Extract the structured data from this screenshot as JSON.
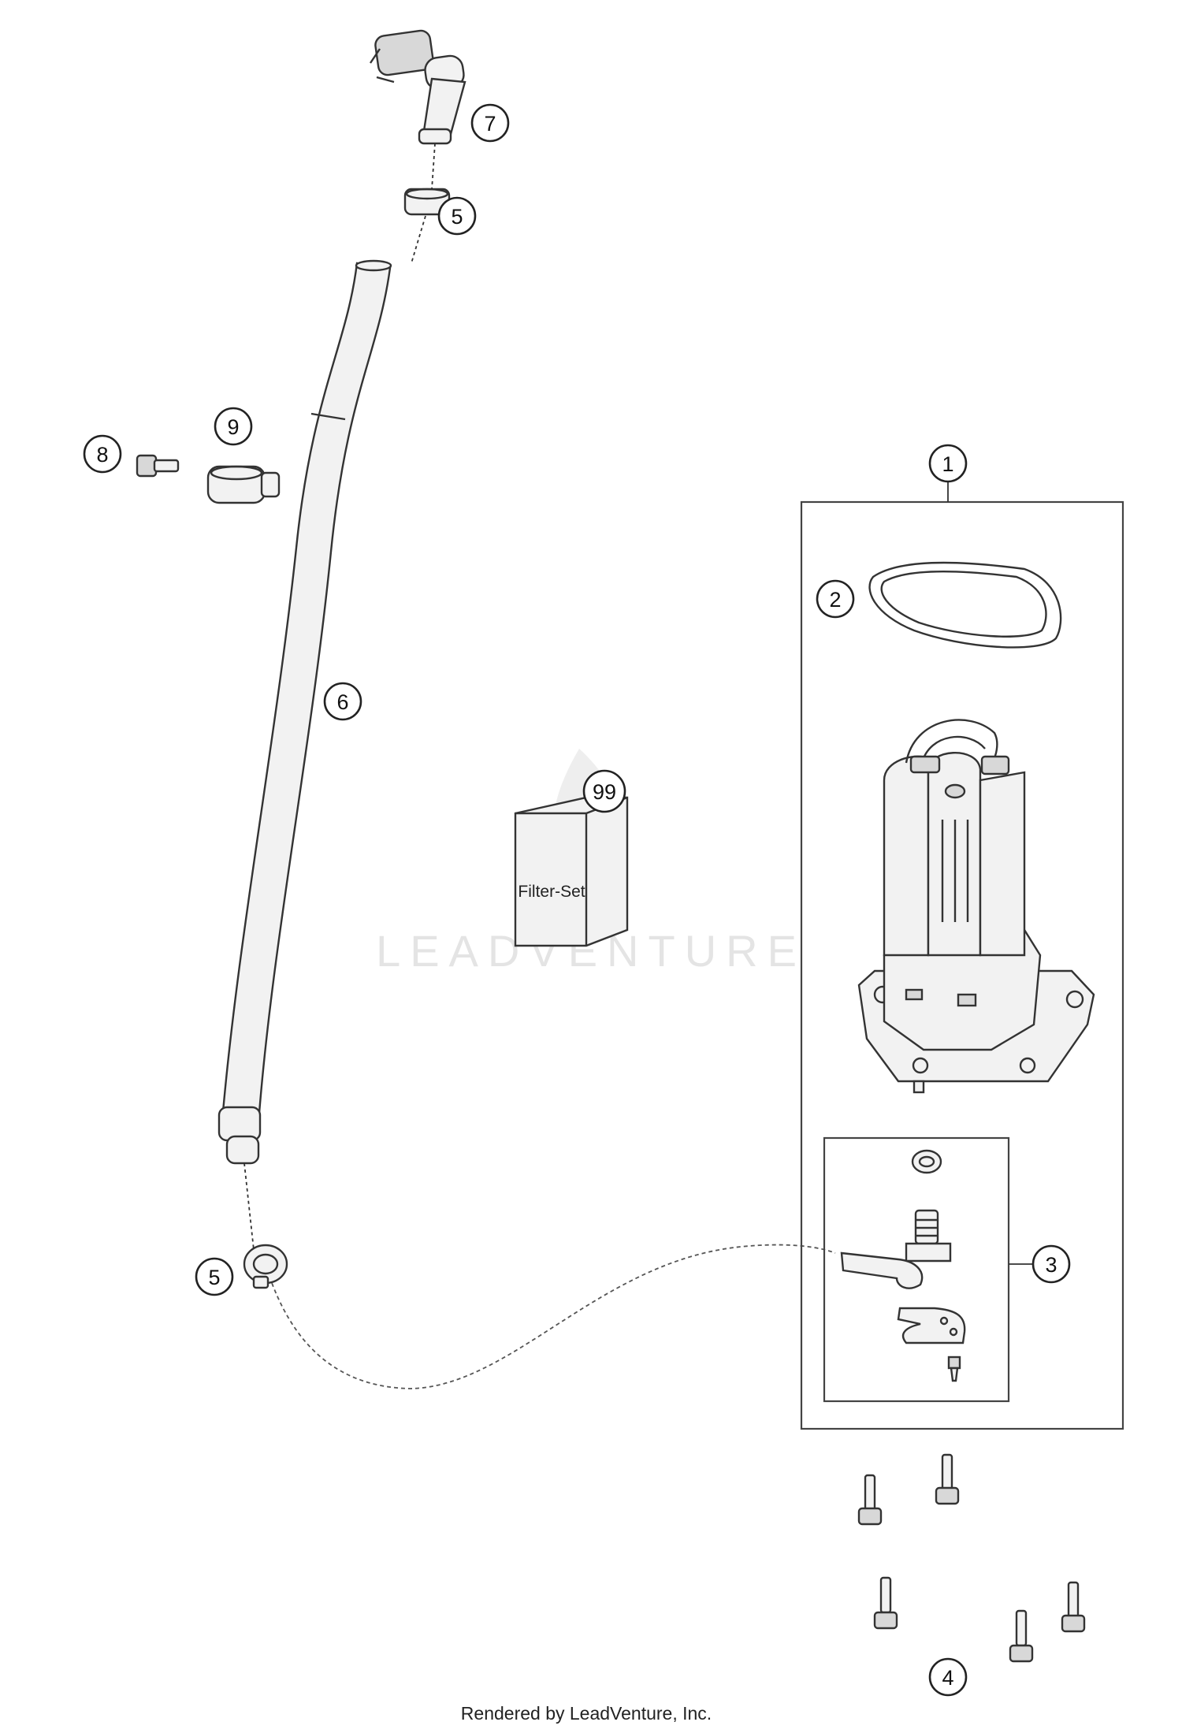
{
  "watermark": "LEADVENTURE",
  "credit": "Rendered by LeadVenture, Inc.",
  "filter_set_label": "Filter-Set",
  "callouts": {
    "c1": "1",
    "c2": "2",
    "c3": "3",
    "c4": "4",
    "c5_top": "5",
    "c5_bottom": "5",
    "c6": "6",
    "c7": "7",
    "c8": "8",
    "c9": "9",
    "c99": "99"
  }
}
